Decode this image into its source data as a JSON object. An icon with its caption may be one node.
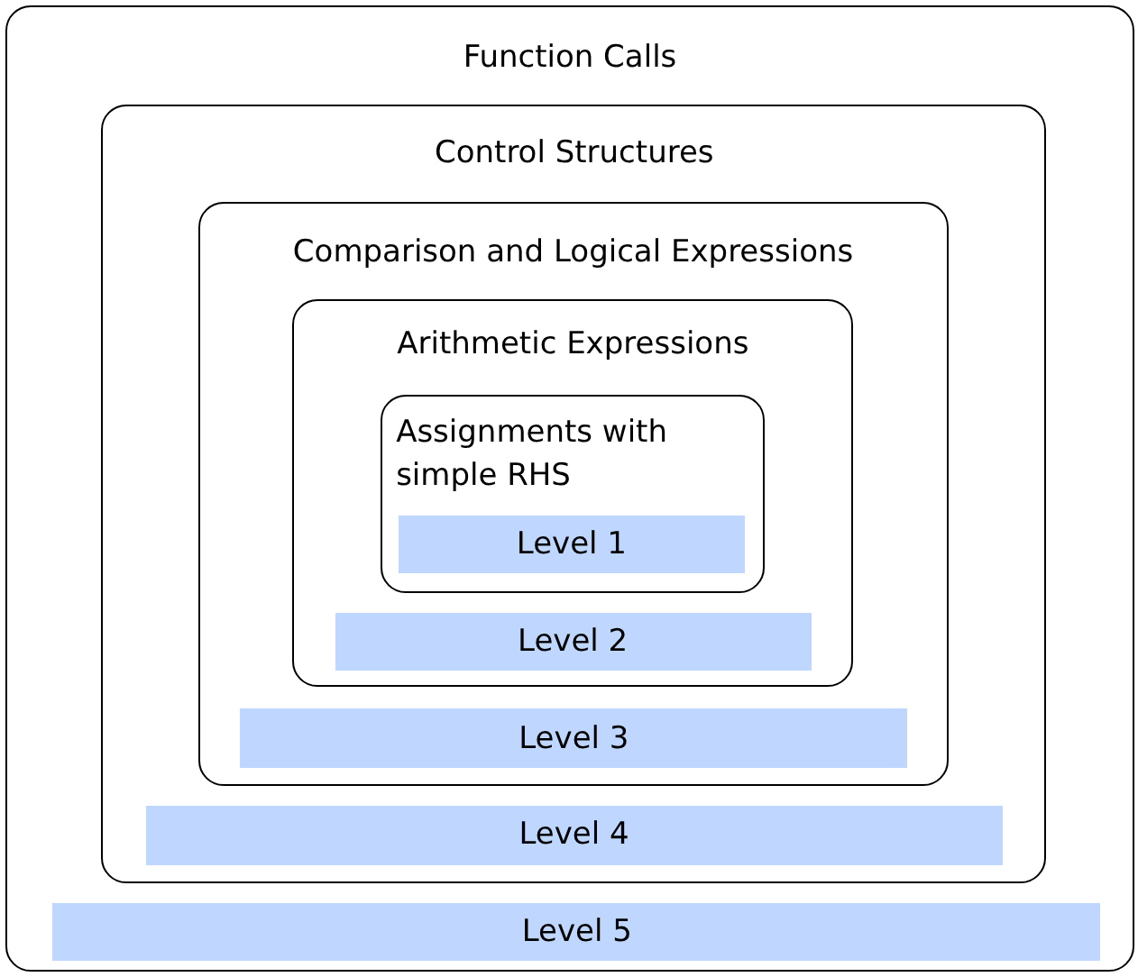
{
  "diagram": {
    "nodes": [
      {
        "text": [
          "Function Calls"
        ]
      },
      {
        "text": [
          "Control Structures"
        ],
        "in": 0
      },
      {
        "text": [
          "Comparison and Logical Expressions"
        ],
        "in": 1
      },
      {
        "text": [
          "Arithmetic Expressions"
        ],
        "in": 2
      },
      {
        "text": [
          "Assignments with simple RHS"
        ],
        "in": 3
      },
      {
        "text": [
          "Level 1"
        ],
        "in": 4
      },
      {
        "text": [
          "Level 2"
        ],
        "in": 3
      },
      {
        "text": [
          "Level 3"
        ],
        "in": 2
      },
      {
        "text": [
          "Level 4"
        ],
        "in": 1
      },
      {
        "text": [
          "Level 5"
        ],
        "in": 0
      }
    ]
  }
}
